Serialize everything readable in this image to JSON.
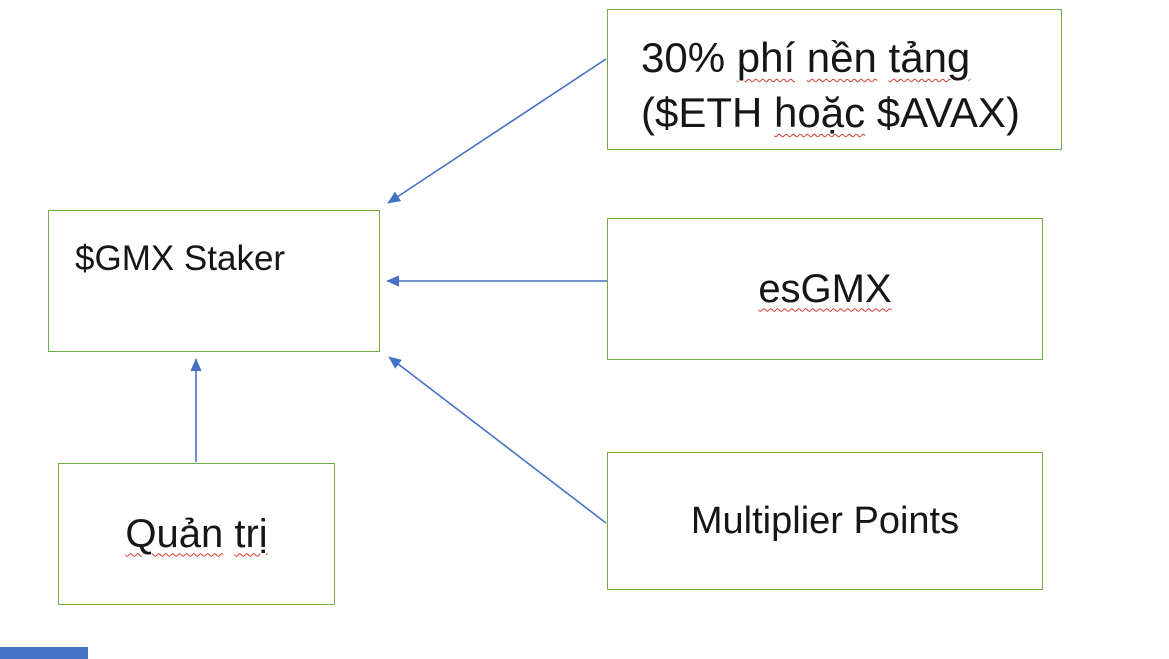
{
  "colors": {
    "box_border": "#70AD47",
    "arrow": "#4472C4",
    "spellcheck": "#D83A31",
    "text": "#161616",
    "accent_bar": "#4472C4"
  },
  "boxes": {
    "platform_fee": {
      "l1a": "30% ",
      "l1b": "phí",
      "l1c": " ",
      "l1d": "nền",
      "l1e": " ",
      "l1f": "tảng",
      "l2a": "($ETH ",
      "l2b": "hoặc",
      "l2c": " $AVAX)"
    },
    "gmx_staker": {
      "label": "$GMX Staker"
    },
    "esgmx": {
      "label": "esGMX"
    },
    "multiplier_points": {
      "label": "Multiplier Points"
    },
    "governance": {
      "w1": "Quản",
      "sp": " ",
      "w2": "trị"
    }
  },
  "arrows": [
    {
      "from": "platform-fee",
      "to": "gmx-staker"
    },
    {
      "from": "esgmx",
      "to": "gmx-staker"
    },
    {
      "from": "multiplier-points",
      "to": "gmx-staker"
    },
    {
      "from": "governance",
      "to": "gmx-staker"
    }
  ]
}
